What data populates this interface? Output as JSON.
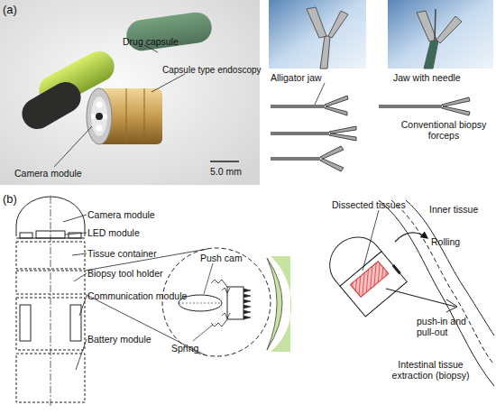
{
  "diagram": {
    "labels": [
      "(a)",
      "Drug capsule",
      "Capsule type endoscopy",
      "Camera module",
      "5.0 mm",
      "Alligator jaw",
      "Jaw with needle",
      "Conventional biopsy forceps",
      "(b)",
      "Camera module",
      "LED module",
      "Tissue container",
      "Biopsy tool holder",
      "Communication module",
      "Battery module",
      "Push cam",
      "Spring",
      "Dissected tissues",
      "Inner tissue",
      "Rolling",
      "push-in and pull-out",
      "Intestinal tissue extraction (biopsy)"
    ]
  }
}
